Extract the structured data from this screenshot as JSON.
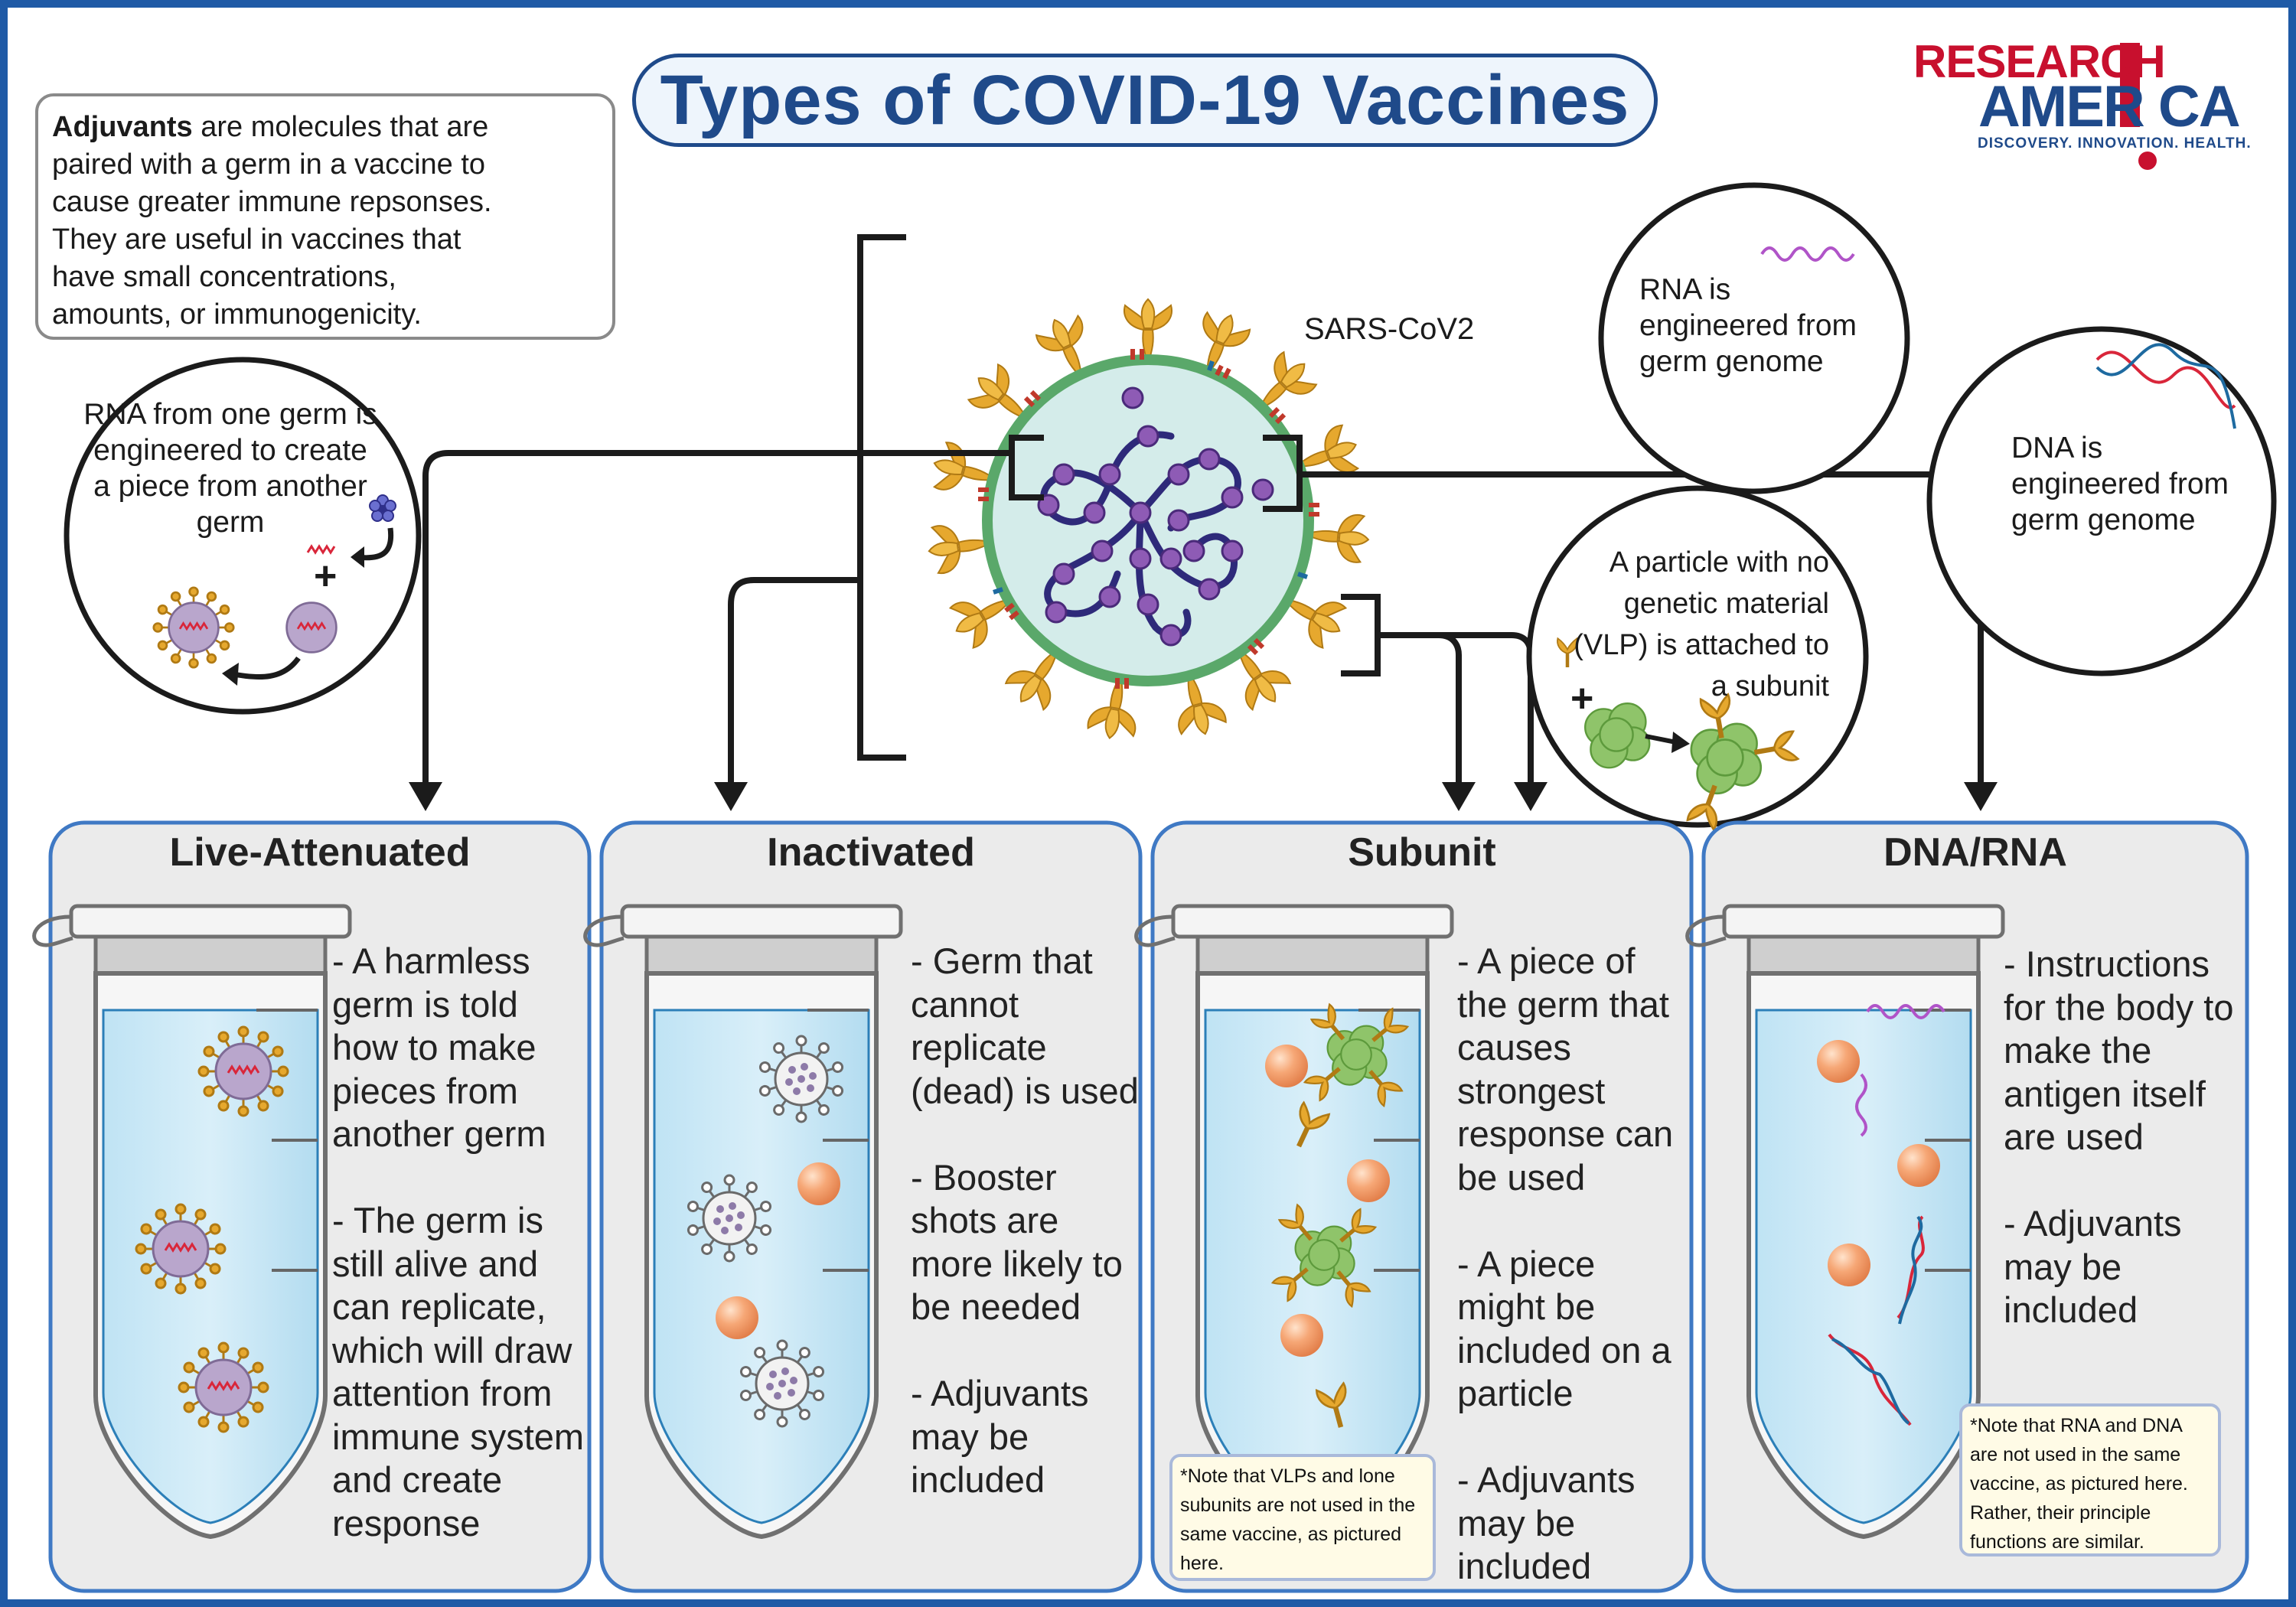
{
  "title": "Types of COVID-19 Vaccines",
  "logo": {
    "line1": "RESEARCH",
    "line2": "AMER CA",
    "tagline": "DISCOVERY. INNOVATION. HEALTH."
  },
  "adjuvant_note": {
    "bold": "Adjuvants",
    "text": " are molecules that are paired with a germ in a vaccine to cause greater immune repsonses. They are useful in vaccines that have small concentrations, amounts, or immunogenicity."
  },
  "virus_label": "SARS-CoV2",
  "circles": {
    "rna_one_germ": "RNA from one germ is engineered to create a piece from another germ",
    "rna": "RNA is engineered from germ genome",
    "dna": "DNA is engineered from germ genome",
    "vlp": "A particle with no genetic material (VLP) is attached to a subunit"
  },
  "panels": [
    {
      "title": "Live-Attenuated",
      "bullets": "- A harmless germ is told how to make pieces from another germ\n\n- The germ is still alive and can replicate, which will draw attention from immune system and create response"
    },
    {
      "title": "Inactivated",
      "bullets": "- Germ that cannot replicate (dead) is used\n\n- Booster shots are more likely to be needed\n\n- Adjuvants may be included"
    },
    {
      "title": "Subunit",
      "bullets": "- A piece of the germ that causes strongest response can be used\n\n- A piece might be included on a particle\n\n- Adjuvants may be included",
      "note": "*Note that VLPs and lone subunits are not used in the same vaccine, as pictured here."
    },
    {
      "title": "DNA/RNA",
      "bullets": " - Instructions for the body to make the antigen itself are used\n\n- Adjuvants may be included",
      "note": "*Note that RNA and DNA are not used in the same vaccine, as pictured here. Rather, their principle functions are similar."
    }
  ],
  "colors": {
    "accent": "#1f4a8a",
    "panel_border": "#3f79c4",
    "panel_bg": "#ebebeb",
    "spike": "#e6a82e",
    "adjuvant": "#f29a68",
    "logo_red": "#c8102e"
  }
}
